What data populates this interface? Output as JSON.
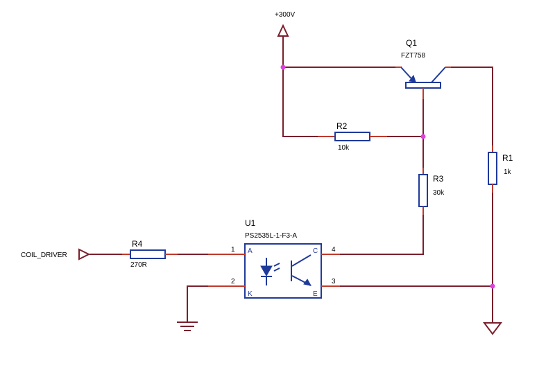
{
  "power": {
    "rail_label": "+300V"
  },
  "ports": {
    "input_label": "COIL_DRIVER"
  },
  "components": {
    "q1": {
      "ref": "Q1",
      "value": "FZT758"
    },
    "r1": {
      "ref": "R1",
      "value": "1k"
    },
    "r2": {
      "ref": "R2",
      "value": "10k"
    },
    "r3": {
      "ref": "R3",
      "value": "30k"
    },
    "r4": {
      "ref": "R4",
      "value": "270R"
    },
    "u1": {
      "ref": "U1",
      "value": "PS2535L-1-F3-A",
      "pins": {
        "p1": "1",
        "p2": "2",
        "p3": "3",
        "p4": "4"
      },
      "pin_names": {
        "a": "A",
        "k": "K",
        "c": "C",
        "e": "E"
      }
    }
  },
  "colors": {
    "wire": "#7a1f2b",
    "component": "#1f3a9a",
    "pin_lead": "#c0392b",
    "junction": "#e040e0"
  }
}
